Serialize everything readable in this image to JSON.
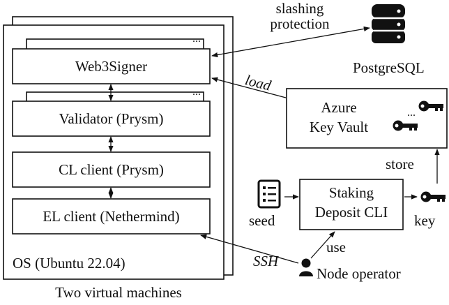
{
  "diagram": {
    "vm_caption": "Two virtual machines",
    "os_label": "OS (Ubuntu 22.04)",
    "components": {
      "web3signer": "Web3Signer",
      "validator": "Validator (Prysm)",
      "cl_client": "CL client (Prysm)",
      "el_client": "EL client (Nethermind)"
    },
    "ellipsis": "...",
    "key_ellipsis": "...",
    "postgres": "PostgreSQL",
    "slashing_protection": [
      "slashing",
      "protection"
    ],
    "load_label": "load",
    "azure": [
      "Azure",
      "Key Vault"
    ],
    "store_label": "store",
    "staking": [
      "Staking",
      "Deposit CLI"
    ],
    "seed_label": "seed",
    "key_label": "key",
    "use_label": "use",
    "ssh_label": "SSH",
    "operator_label": "Node operator"
  },
  "icons": [
    "database-icon",
    "key-icon",
    "document-list-icon",
    "person-icon"
  ]
}
